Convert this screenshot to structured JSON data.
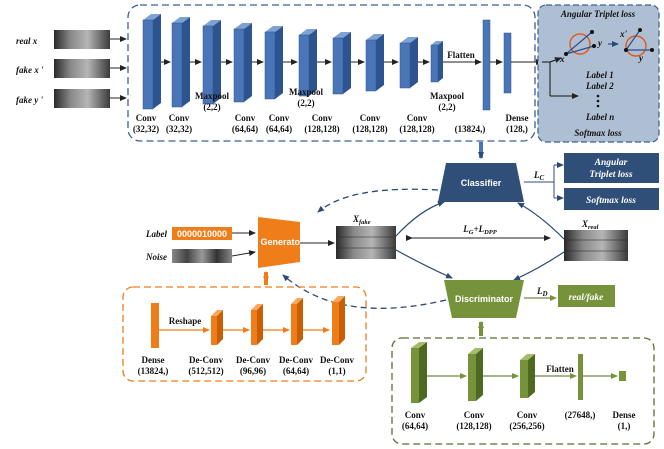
{
  "classifier_branch": {
    "inputs": [
      "real x",
      "fake x '",
      "fake y '"
    ],
    "conv_layers": [
      {
        "op": "Conv",
        "size": "(32,32)"
      },
      {
        "op": "Conv",
        "size": "(32,32)"
      },
      {
        "op": "Conv",
        "size": "(64,64)"
      },
      {
        "op": "Conv",
        "size": "(64,64)"
      },
      {
        "op": "Conv",
        "size": "(128,128)"
      },
      {
        "op": "Conv",
        "size": "(128,128)"
      },
      {
        "op": "Conv",
        "size": "(128,128)"
      }
    ],
    "maxpools": [
      {
        "label": "Maxpool",
        "size": "(2,2)"
      },
      {
        "label": "Maxpool",
        "size": "(2,2)"
      },
      {
        "label": "Maxpool",
        "size": "(2,2)"
      }
    ],
    "flatten_label": "Flatten",
    "flatten_size": "(13824,)",
    "dense_label": "Dense",
    "dense_size": "(128,)"
  },
  "loss_panel": {
    "title": "Angular Triplet loss",
    "axis_x": "x",
    "axis_y": "y",
    "axis_x_prime": "x'",
    "labels": [
      "Label 1",
      "Label 2",
      "Label n"
    ],
    "softmax": "Softmax loss"
  },
  "classifier": {
    "label": "Classifier",
    "loss_symbol": "L",
    "loss_sub": "C",
    "outputs": [
      "Angular Triplet loss",
      "Softmax loss"
    ]
  },
  "generator": {
    "label": "Generator",
    "inputs": {
      "label_name": "Label",
      "label_code": "0000010000",
      "noise_name": "Noise"
    },
    "x_fake": "X",
    "x_fake_sub": "fake",
    "x_real": "X",
    "x_real_sub": "real",
    "gan_loss": {
      "g": "L",
      "g_sub": "G",
      "plus": "+",
      "d": "L",
      "d_sub": "DPP"
    }
  },
  "generator_branch": {
    "reshape_label": "Reshape",
    "dense_label": "Dense",
    "dense_size": "(13824,)",
    "deconv_layers": [
      {
        "op": "De-Conv",
        "size": "(512,512)"
      },
      {
        "op": "De-Conv",
        "size": "(96,96)"
      },
      {
        "op": "De-Conv",
        "size": "(64,64)"
      },
      {
        "op": "De-Conv",
        "size": "(1,1)"
      }
    ]
  },
  "discriminator": {
    "label": "Discriminator",
    "loss_symbol": "L",
    "loss_sub": "D",
    "output": "real/fake"
  },
  "discriminator_branch": {
    "conv_layers": [
      {
        "op": "Conv",
        "size": "(64,64)"
      },
      {
        "op": "Conv",
        "size": "(128,128)"
      },
      {
        "op": "Conv",
        "size": "(256,256)"
      }
    ],
    "flatten_label": "Flatten",
    "flatten_size": "(27648,)",
    "dense_label": "Dense",
    "dense_size": "(1,)"
  },
  "colors": {
    "blue": "#4a76b8",
    "blue_dark": "#2d548e",
    "navy": "#2f4e78",
    "panel_bg": "#aebfd3",
    "orange": "#ef7d1a",
    "orange_dark": "#c95f05",
    "green": "#76933c",
    "green_dark": "#4e6a22"
  }
}
